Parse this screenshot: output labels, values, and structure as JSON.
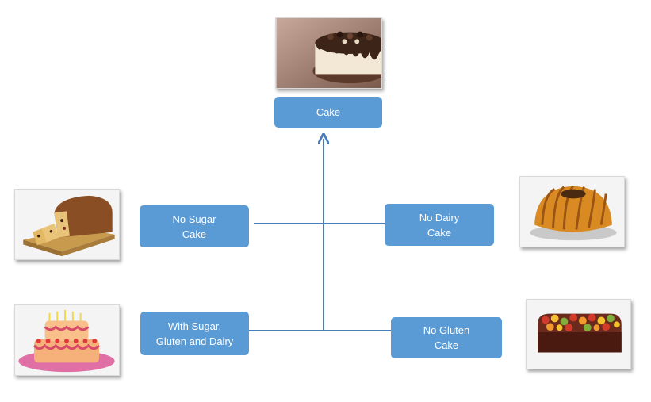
{
  "nodes": {
    "cake": "Cake",
    "no_sugar": "No Sugar\nCake",
    "no_dairy": "No Dairy\nCake",
    "with_all": "With Sugar,\nGluten and Dairy",
    "no_gluten": "No Gluten\nCake"
  },
  "images": {
    "top": "chocolate-cheesecake-image",
    "no_sugar": "fruit-loaf-cake-image",
    "no_dairy": "bundt-cake-image",
    "with_all": "tiered-birthday-cake-image",
    "no_gluten": "fruitcake-image"
  },
  "colors": {
    "node_fill": "#5b9bd5",
    "node_text": "#ffffff",
    "connector": "#4a7ebb"
  }
}
